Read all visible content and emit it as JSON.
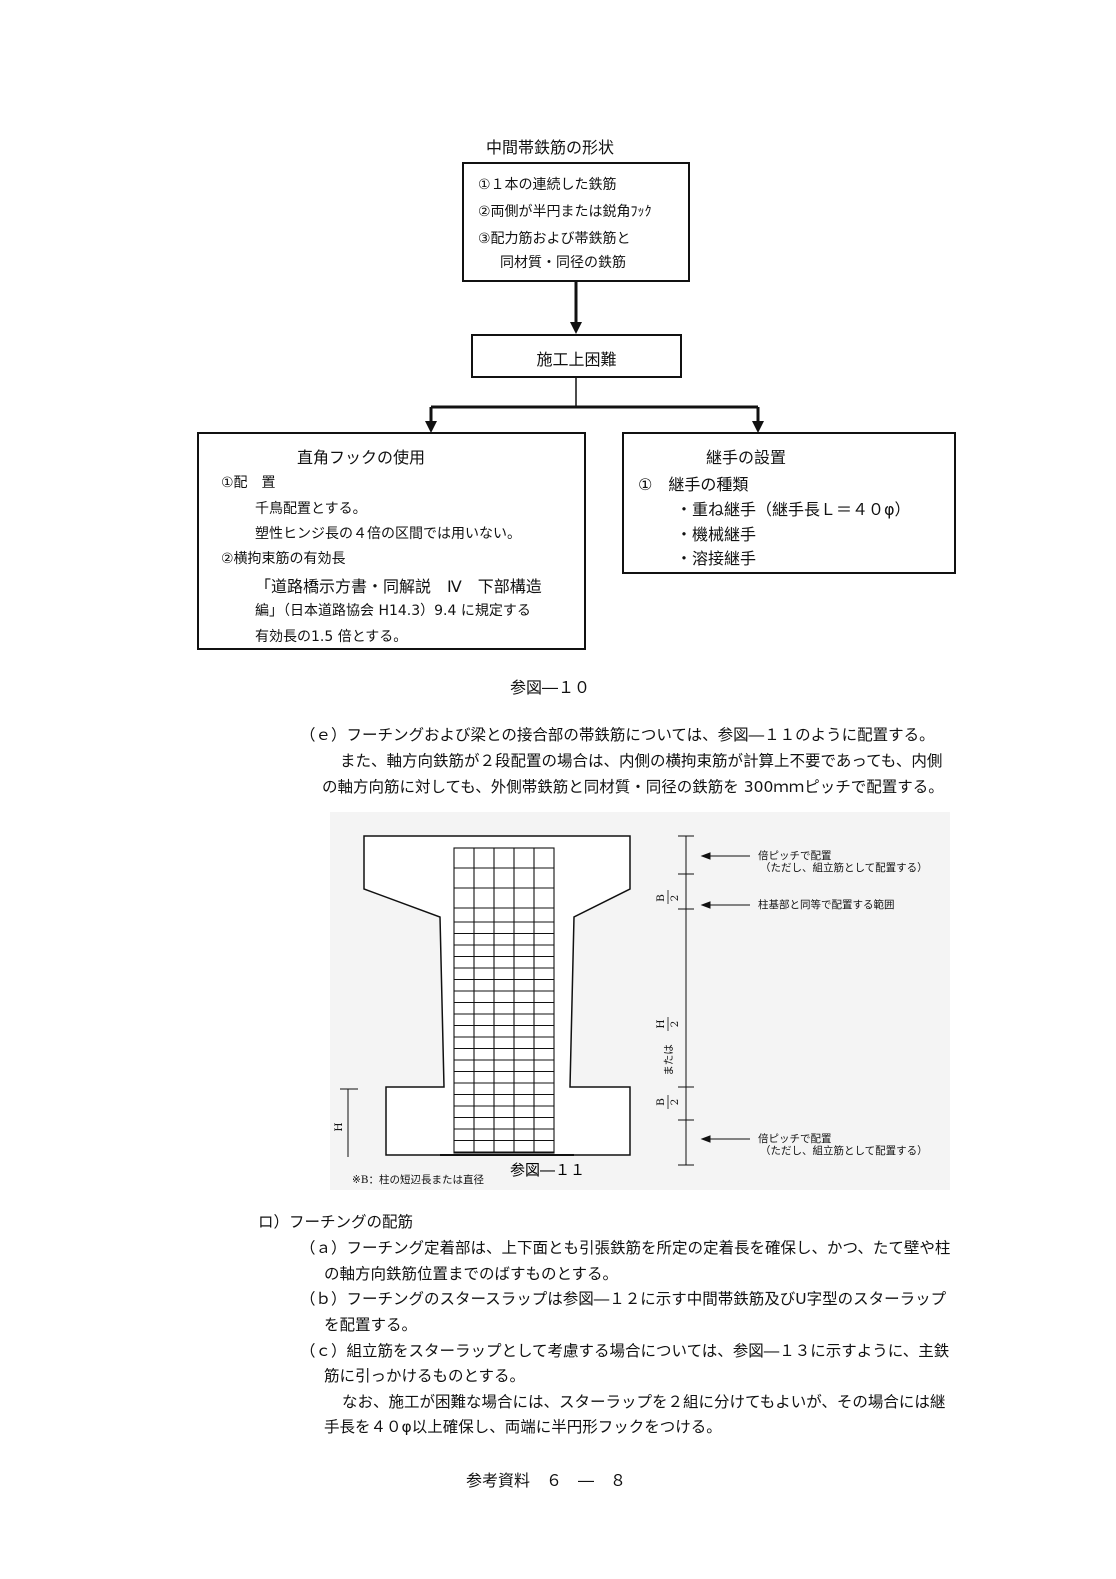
{
  "flow": {
    "title": "中間帯鉄筋の形状",
    "shape_box": [
      "①１本の連続した鉄筋",
      "②両側が半円または鋭角ﾌｯｸ",
      "③配力筋および帯鉄筋と",
      "同材質・同径の鉄筋"
    ],
    "difficulty_box": "施工上困難",
    "left_box": {
      "title": "直角フックの使用",
      "lines": [
        "①配　置",
        "千鳥配置とする。",
        "塑性ヒンジ長の４倍の区間では用いない。",
        "②横拘束筋の有効長",
        "「道路橋示方書・同解説　Ⅳ　下部構造",
        "編」（日本道路協会 H14.3）9.4 に規定する",
        "有効長の1.5 倍とする。"
      ]
    },
    "right_box": {
      "title": "継手の設置",
      "lines": [
        "①　継手の種類",
        "・重ね継手（継手長Ｌ＝４０φ）",
        "・機械継手",
        "・溶接継手"
      ]
    },
    "caption": "参図―１０"
  },
  "text_e": [
    "（ｅ）フーチングおよび梁との接合部の帯鉄筋については、参図―１１のように配置する。",
    "また、軸方向鉄筋が２段配置の場合は、内側の横拘束筋が計算上不要であっても、内側",
    "の軸方向筋に対しても、外側帯鉄筋と同材質・同径の鉄筋を 300ｍｍピッチで配置する。"
  ],
  "figure11": {
    "top_note": [
      "倍ピッチで配置",
      "（ただし、組立筋として配置する）"
    ],
    "mid_note": "柱基部と同等で配置する範囲",
    "bottom_note": [
      "倍ピッチで配置",
      "（ただし、組立筋として配置する）"
    ],
    "dim_b": "B",
    "dim_2": "2",
    "dim_h": "H",
    "dim_or": "または",
    "footnote": "※B：柱の短辺長または直径",
    "caption": "参図―１１"
  },
  "section_ro": {
    "heading": "ロ）フーチングの配筋",
    "lines": [
      "（ａ）フーチング定着部は、上下面とも引張鉄筋を所定の定着長を確保し、かつ、たて壁や柱",
      "の軸方向鉄筋位置までのばすものとする。",
      "（ｂ）フーチングのスタースラップは参図―１２に示す中間帯鉄筋及びU字型のスターラップ",
      "を配置する。",
      "（ｃ）組立筋をスターラップとして考慮する場合については、参図―１３に示すように、主鉄",
      "筋に引っかけるものとする。",
      "なお、施工が困難な場合には、スターラップを２組に分けてもよいが、その場合には継",
      "手長を４０φ以上確保し、両端に半円形フックをつける。"
    ]
  },
  "footer": "参考資料　６　―　８"
}
